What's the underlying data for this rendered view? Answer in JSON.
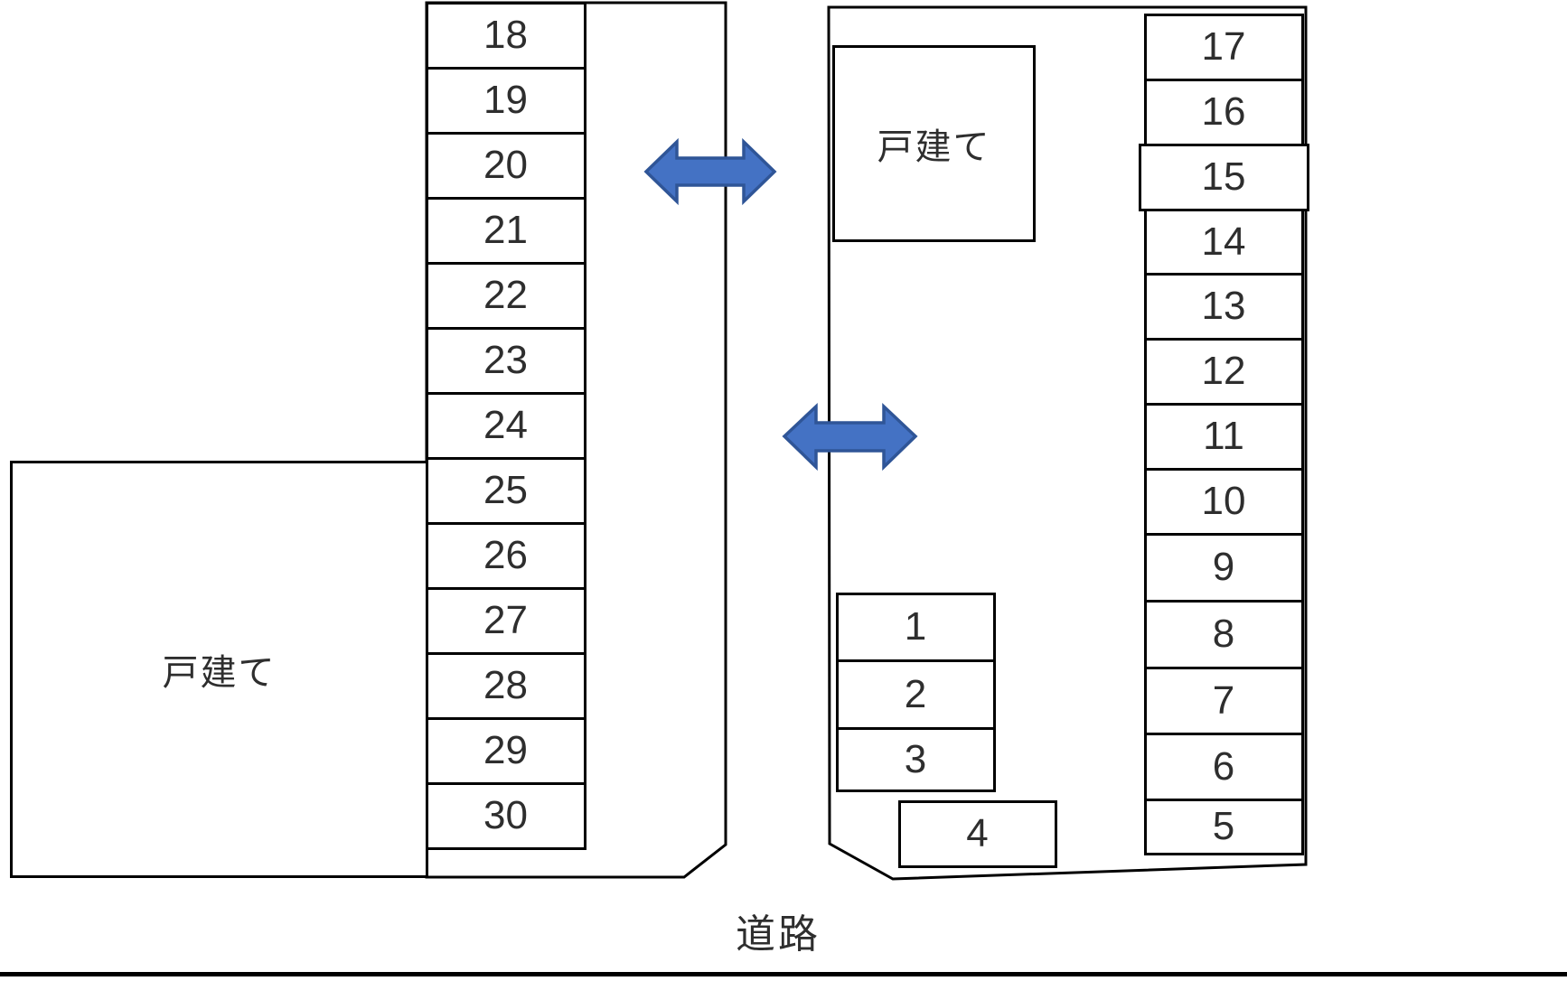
{
  "diagram": {
    "houses": {
      "left_label": "戸建て",
      "right_label": "戸建て"
    },
    "road_label": "道路",
    "parking": {
      "left_column": [
        "18",
        "19",
        "20",
        "21",
        "22",
        "23",
        "24",
        "25",
        "26",
        "27",
        "28",
        "29",
        "30"
      ],
      "right_column": [
        "17",
        "16",
        "15",
        "14",
        "13",
        "12",
        "11",
        "10",
        "9",
        "8",
        "7",
        "6",
        "5"
      ],
      "island": [
        "1",
        "2",
        "3"
      ],
      "offset": [
        "4"
      ]
    },
    "icons": {
      "left_arrow": "double-headed-arrow",
      "right_arrow": "double-headed-arrow"
    },
    "colors": {
      "arrow_fill": "#4472C4",
      "arrow_stroke": "#2F5597",
      "line": "#000000",
      "text": "#2E2E2E"
    }
  }
}
